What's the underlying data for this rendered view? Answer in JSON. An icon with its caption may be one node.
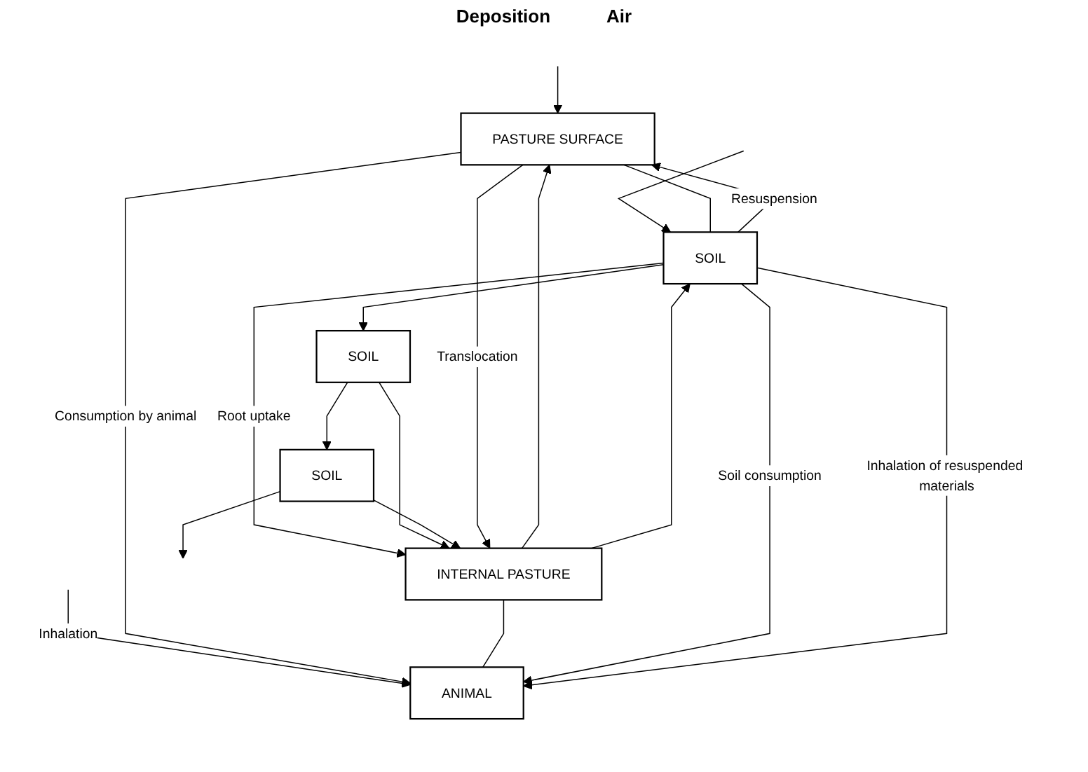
{
  "diagram": {
    "nodes": [
      {
        "text": [
          "PASTURE SURFACE"
        ]
      },
      {
        "text": [
          "INTERNAL PASTURE"
        ]
      },
      {
        "text": [
          "ANIMAL"
        ]
      },
      {
        "text": [
          "SOIL"
        ]
      },
      {
        "text": [
          "SOIL"
        ]
      },
      {
        "text": [
          "SOIL"
        ]
      }
    ],
    "edges": [
      {
        "from": null,
        "to": 0,
        "arrow": "to"
      },
      {
        "from": null,
        "to": 3,
        "arrow": "to"
      },
      {
        "from": null,
        "to": 2,
        "arrow": "to",
        "label": "Inhalation"
      },
      {
        "from": 3,
        "to": 0,
        "arrow": "to",
        "label": "Resuspension"
      },
      {
        "from": 0,
        "to": 3,
        "arrow": "none"
      },
      {
        "from": 3,
        "to": 1,
        "arrow": "to",
        "label": "Root uptake"
      },
      {
        "from": 4,
        "to": 1,
        "arrow": "to"
      },
      {
        "from": 5,
        "to": 1,
        "arrow": "to"
      },
      {
        "from": 1,
        "to": 0,
        "arrow": "to"
      },
      {
        "from": 0,
        "to": 1,
        "arrow": "to",
        "label": "Translocation"
      },
      {
        "from": 1,
        "to": 3,
        "arrow": "to"
      },
      {
        "from": 0,
        "to": 2,
        "arrow": "to",
        "label": "Consumption by animal"
      },
      {
        "from": 1,
        "to": 2,
        "arrow": "none"
      },
      {
        "from": 3,
        "to": 2,
        "arrow": "to",
        "label": "Soil consumption"
      },
      {
        "from": 3,
        "to": 2,
        "arrow": "to",
        "label": "Inhalation of resuspended materials"
      },
      {
        "from": 3,
        "to": 4,
        "arrow": "to"
      },
      {
        "from": 4,
        "to": 5,
        "arrow": "to"
      },
      {
        "from": 5,
        "to": null,
        "arrow": "to"
      }
    ],
    "labels": [
      "Deposition",
      "Air"
    ]
  }
}
